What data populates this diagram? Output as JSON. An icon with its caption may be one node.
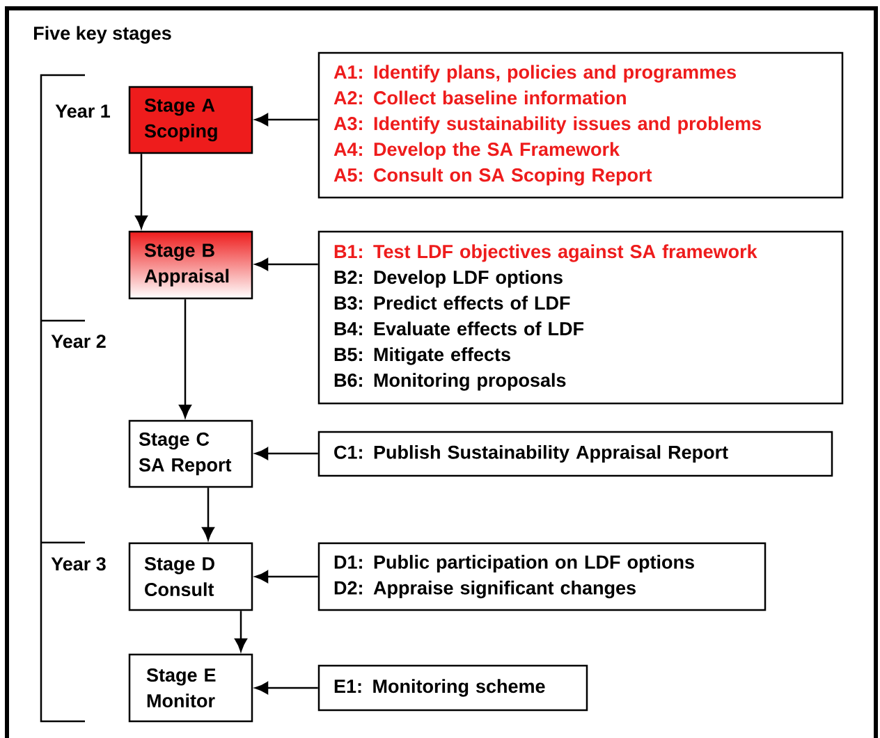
{
  "diagram": {
    "title": "Five key stages",
    "nodes": [
      {
        "text": [
          "Stage A",
          "Scoping"
        ]
      },
      {
        "text": [
          "A1: Identify plans, policies and programmes",
          "A2: Collect baseline information",
          "A3: Identify sustainability issues and problems",
          "A4: Develop the SA Framework",
          "A5: Consult on SA Scoping Report"
        ]
      },
      {
        "text": [
          "Stage B",
          "Appraisal"
        ]
      },
      {
        "text": [
          "B1: Test LDF objectives against SA framework",
          "B2: Develop LDF options",
          "B3: Predict effects of LDF",
          "B4: Evaluate effects of LDF",
          "B5: Mitigate effects",
          "B6: Monitoring proposals"
        ]
      },
      {
        "text": [
          "Stage C",
          "SA Report"
        ]
      },
      {
        "text": [
          "C1: Publish Sustainability Appraisal Report"
        ]
      },
      {
        "text": [
          "Stage D",
          "Consult"
        ]
      },
      {
        "text": [
          "D1: Public participation on LDF options",
          "D2: Appraise significant changes"
        ]
      },
      {
        "text": [
          "Stage E",
          "Monitor"
        ]
      },
      {
        "text": [
          "E1: Monitoring scheme"
        ]
      }
    ],
    "edges": [
      {
        "from": 1,
        "to": 0,
        "arrow": "to"
      },
      {
        "from": 0,
        "to": 2,
        "arrow": "to"
      },
      {
        "from": 3,
        "to": 2,
        "arrow": "to"
      },
      {
        "from": 2,
        "to": 4,
        "arrow": "to"
      },
      {
        "from": 5,
        "to": 4,
        "arrow": "to"
      },
      {
        "from": 4,
        "to": 6,
        "arrow": "to"
      },
      {
        "from": 7,
        "to": 6,
        "arrow": "to"
      },
      {
        "from": 6,
        "to": 8,
        "arrow": "to"
      },
      {
        "from": 9,
        "to": 8,
        "arrow": "to"
      }
    ],
    "labels": [
      "Year 1",
      "Year 2",
      "Year 3"
    ]
  }
}
